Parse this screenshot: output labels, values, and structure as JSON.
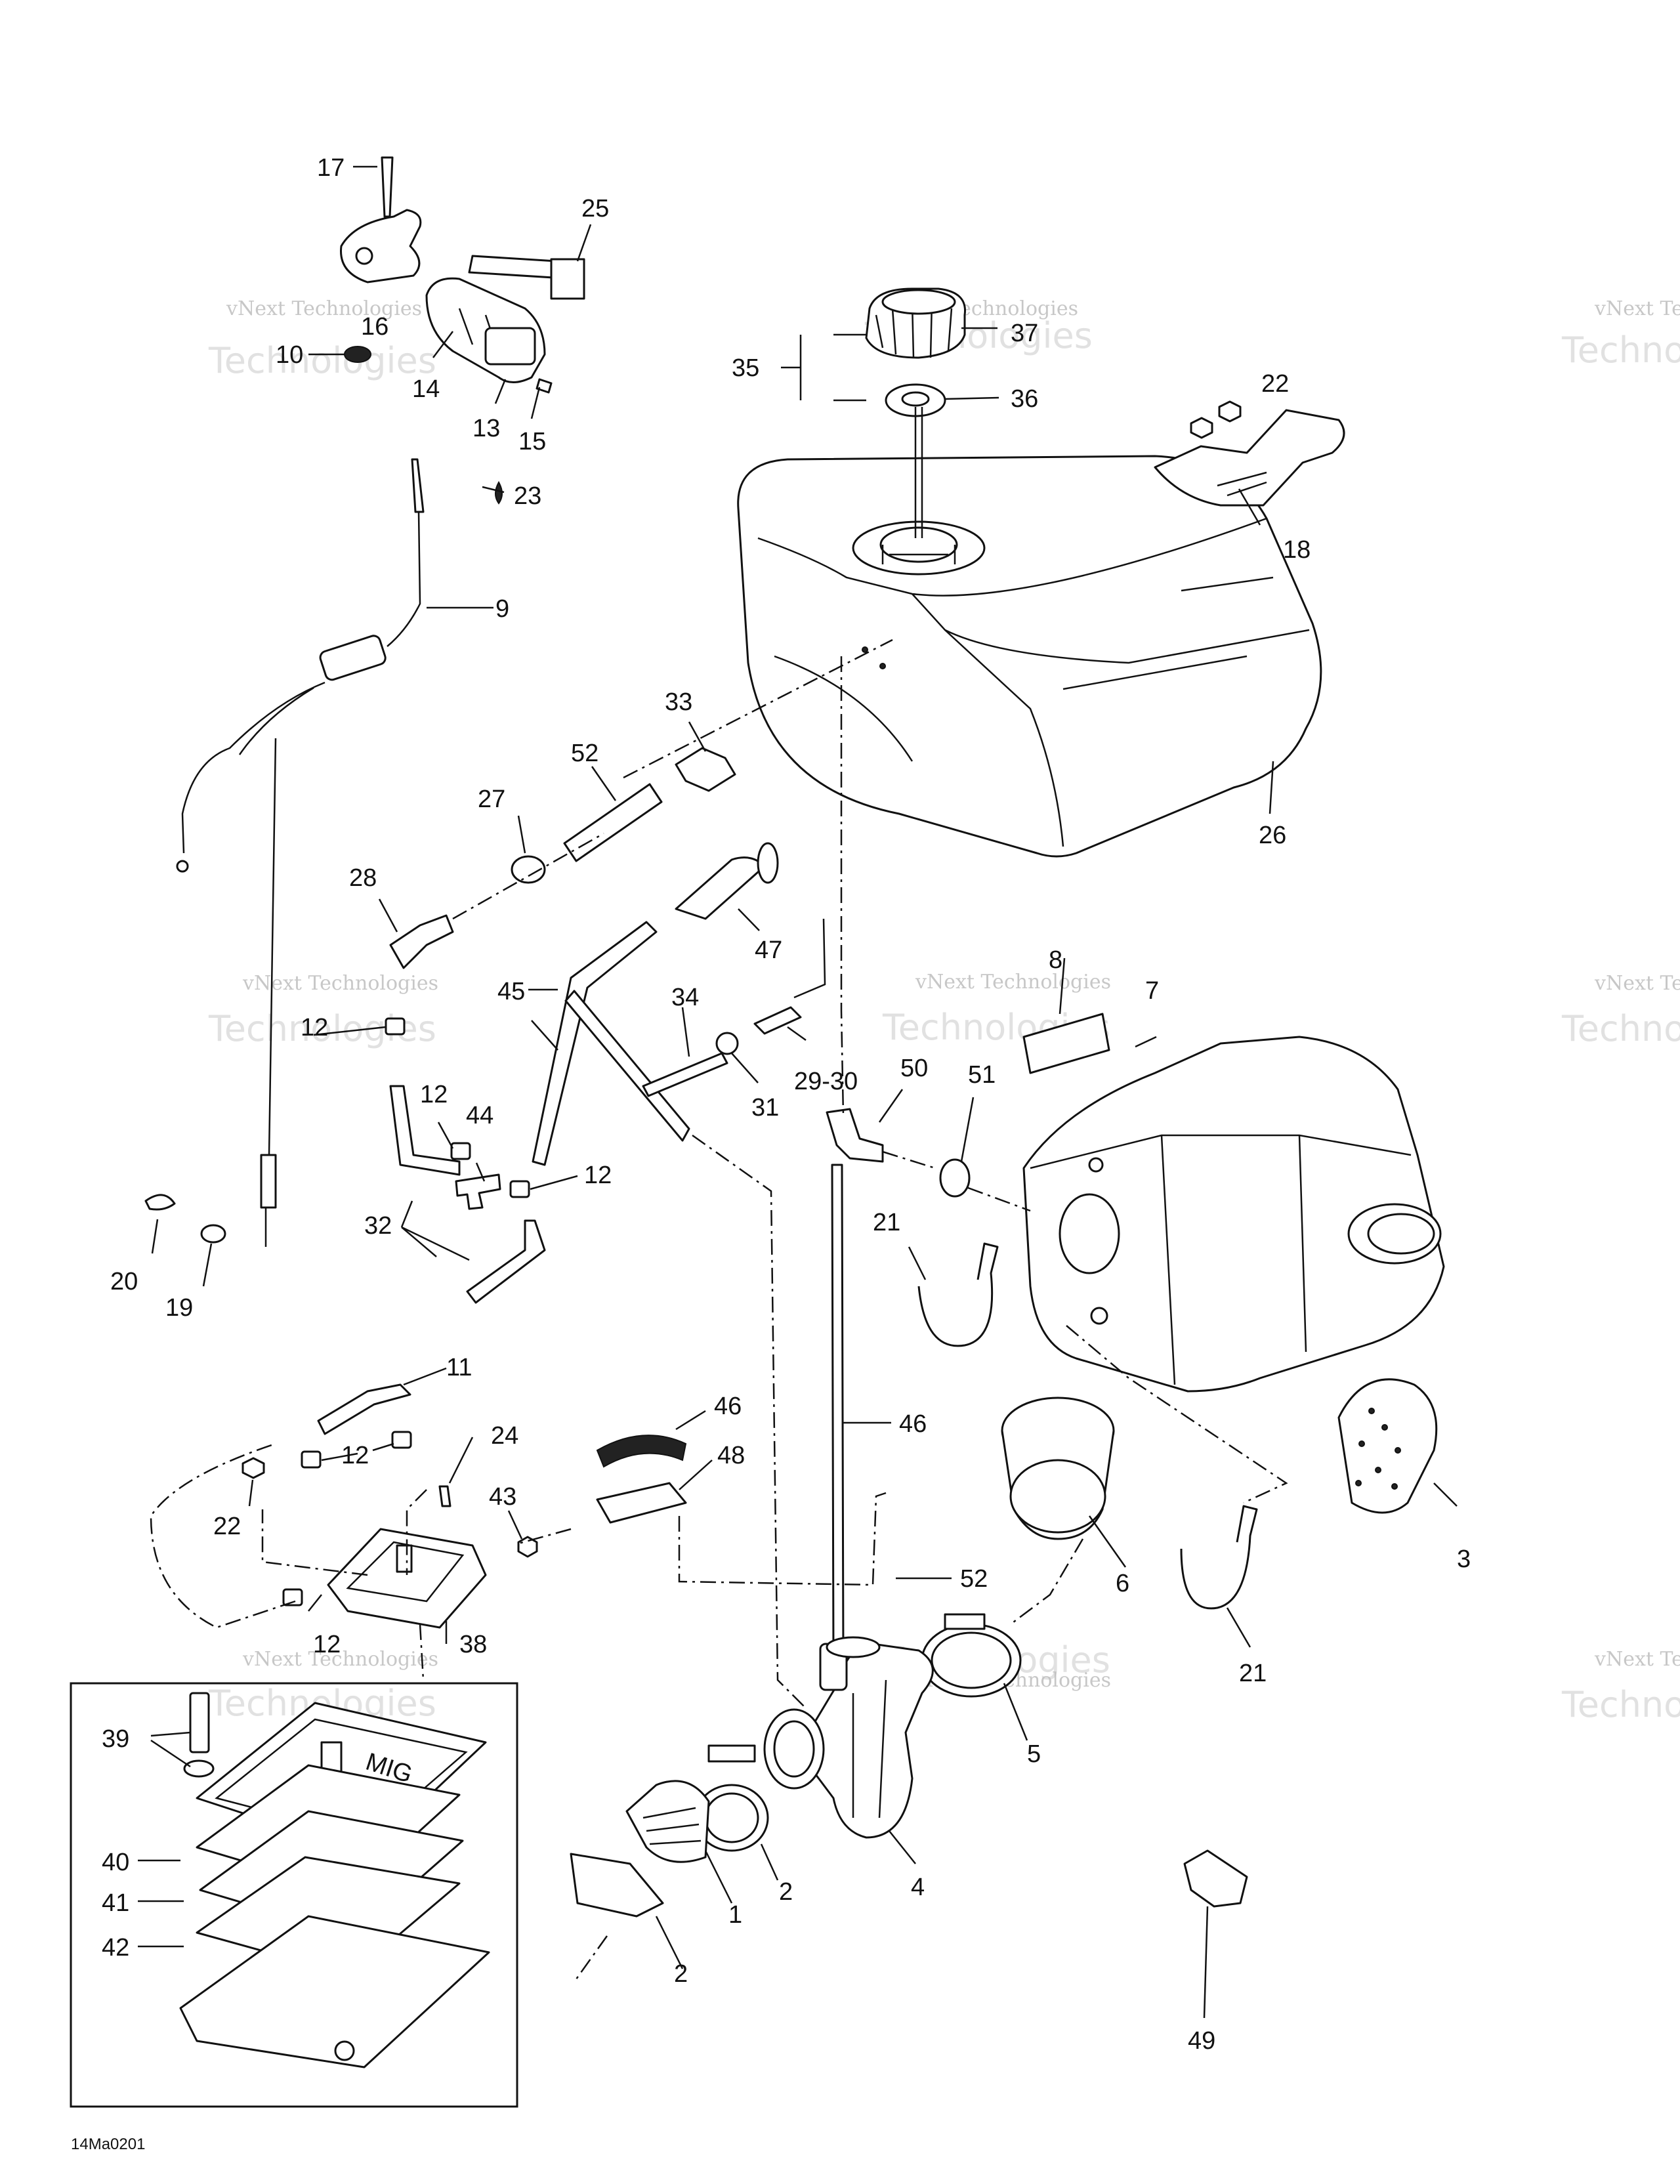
{
  "diagram_code": "14Ma0201",
  "watermark": {
    "line1": "vNext Technologies",
    "line2": "Technologies"
  },
  "labels": {
    "l1": "1",
    "l2a": "2",
    "l2b": "2",
    "l3": "3",
    "l4": "4",
    "l5": "5",
    "l6": "6",
    "l7": "7",
    "l8": "8",
    "l9": "9",
    "l10": "10",
    "l11": "11",
    "l12a": "12",
    "l12b": "12",
    "l12c": "12",
    "l12d": "12",
    "l12e": "12",
    "l13": "13",
    "l14": "14",
    "l15": "15",
    "l16": "16",
    "l17": "17",
    "l18": "18",
    "l19": "19",
    "l20": "20",
    "l21a": "21",
    "l21b": "21",
    "l22a": "22",
    "l22b": "22",
    "l23": "23",
    "l24": "24",
    "l25": "25",
    "l26": "26",
    "l27": "27",
    "l28": "28",
    "l29_30": "29-30",
    "l31": "31",
    "l32": "32",
    "l33": "33",
    "l34": "34",
    "l35": "35",
    "l36": "36",
    "l37": "37",
    "l38": "38",
    "l39": "39",
    "l40": "40",
    "l41": "41",
    "l42": "42",
    "l43": "43",
    "l44": "44",
    "l45": "45",
    "l46a": "46",
    "l46b": "46",
    "l47": "47",
    "l48": "48",
    "l49": "49",
    "l50": "50",
    "l51": "51",
    "l52a": "52",
    "l52b": "52"
  },
  "fuel_pump_badge": "MIG"
}
